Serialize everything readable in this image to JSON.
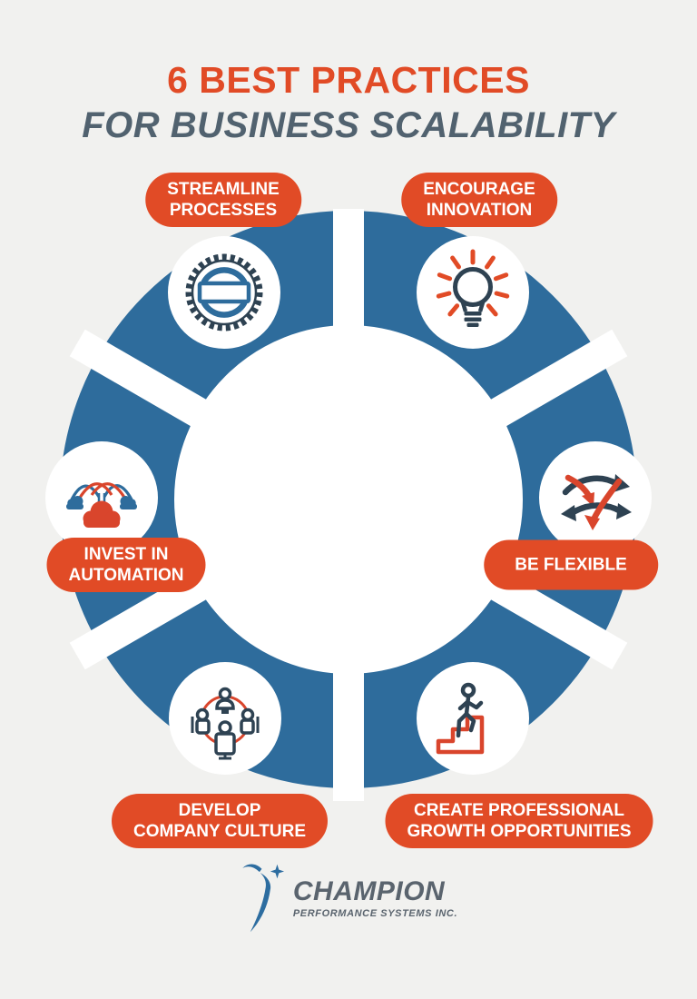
{
  "title": {
    "line1": "6 BEST PRACTICES",
    "line2": "FOR BUSINESS SCALABILITY"
  },
  "practices": [
    {
      "name": "streamline-processes",
      "icon": "seal-stamp-icon",
      "lines": [
        "STREAMLINE",
        "PROCESSES"
      ]
    },
    {
      "name": "encourage-innovation",
      "icon": "lightbulb-icon",
      "lines": [
        "ENCOURAGE",
        "INNOVATION"
      ]
    },
    {
      "name": "invest-in-automation",
      "icon": "automation-clouds-icon",
      "lines": [
        "INVEST IN",
        "AUTOMATION"
      ]
    },
    {
      "name": "be-flexible",
      "icon": "crossing-arrows-icon",
      "lines": [
        "BE FLEXIBLE"
      ]
    },
    {
      "name": "develop-company-culture",
      "icon": "meeting-table-icon",
      "lines": [
        "DEVELOP",
        "COMPANY CULTURE"
      ]
    },
    {
      "name": "create-professional-growth-opportunities",
      "icon": "stairs-climb-icon",
      "lines": [
        "CREATE PROFESSIONAL",
        "GROWTH OPPORTUNITIES"
      ]
    }
  ],
  "logo": {
    "name": "CHAMPION",
    "tagline": "PERFORMANCE SYSTEMS INC."
  },
  "colors": {
    "background": "#f1f1ef",
    "accent_orange": "#e14b26",
    "ring_blue": "#2e6c9c",
    "icon_navy": "#2e4252",
    "icon_red": "#d9452c",
    "title_slate": "#51626f",
    "logo_gray": "#5a646e",
    "logo_blue": "#2d6da0"
  }
}
